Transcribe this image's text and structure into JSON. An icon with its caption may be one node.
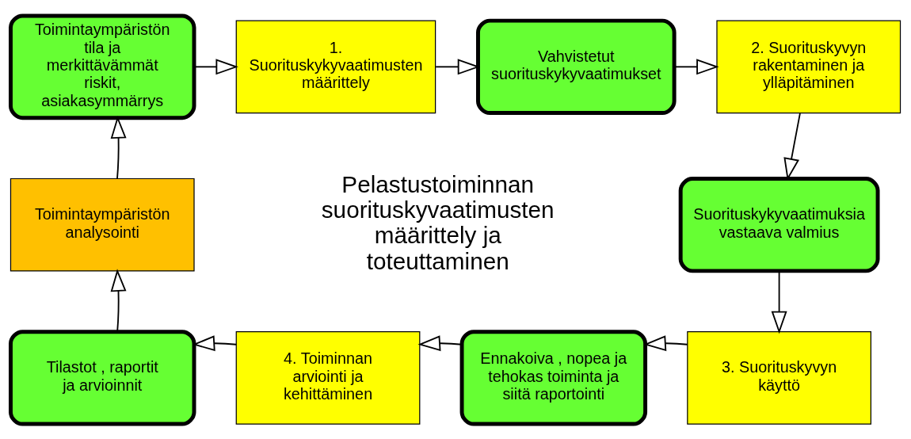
{
  "diagram": {
    "nodes": [
      {
        "text": [
          "Toimintaympäristön tila ja merkittävämmät riskit, asiakasymmärrys"
        ]
      },
      {
        "text": [
          "1. Suorituskykyvaatimusten määrittely"
        ]
      },
      {
        "text": [
          "Vahvistetut suorituskykyvaatimukset"
        ]
      },
      {
        "text": [
          "2. Suorituskyvyn rakentaminen ja ylläpitäminen"
        ]
      },
      {
        "text": [
          "Suorituskykyvaatimuksia vastaava valmius"
        ]
      },
      {
        "text": [
          "3. Suorituskyvyn käyttö"
        ]
      },
      {
        "text": [
          "Ennakoiva , nopea ja tehokas toiminta ja siitä raportointi"
        ]
      },
      {
        "text": [
          "4. Toiminnan arviointi ja kehittäminen"
        ]
      },
      {
        "text": [
          "Tilastot , raportit ja arvioinnit"
        ]
      },
      {
        "text": [
          "Toimintaympäristön analysointi"
        ]
      }
    ],
    "edges": [
      {
        "from": 0,
        "to": 1,
        "arrow": "to"
      },
      {
        "from": 1,
        "to": 2,
        "arrow": "to"
      },
      {
        "from": 2,
        "to": 3,
        "arrow": "to"
      },
      {
        "from": 3,
        "to": 4,
        "arrow": "to"
      },
      {
        "from": 4,
        "to": 5,
        "arrow": "to"
      },
      {
        "from": 5,
        "to": 6,
        "arrow": "to"
      },
      {
        "from": 6,
        "to": 7,
        "arrow": "to"
      },
      {
        "from": 7,
        "to": 8,
        "arrow": "to"
      },
      {
        "from": 8,
        "to": 9,
        "arrow": "to"
      },
      {
        "from": 9,
        "to": 0,
        "arrow": "to"
      }
    ],
    "labels": [
      "Pelastustoiminnan suorituskyvaatimusten määrittely ja toteuttaminen"
    ]
  }
}
